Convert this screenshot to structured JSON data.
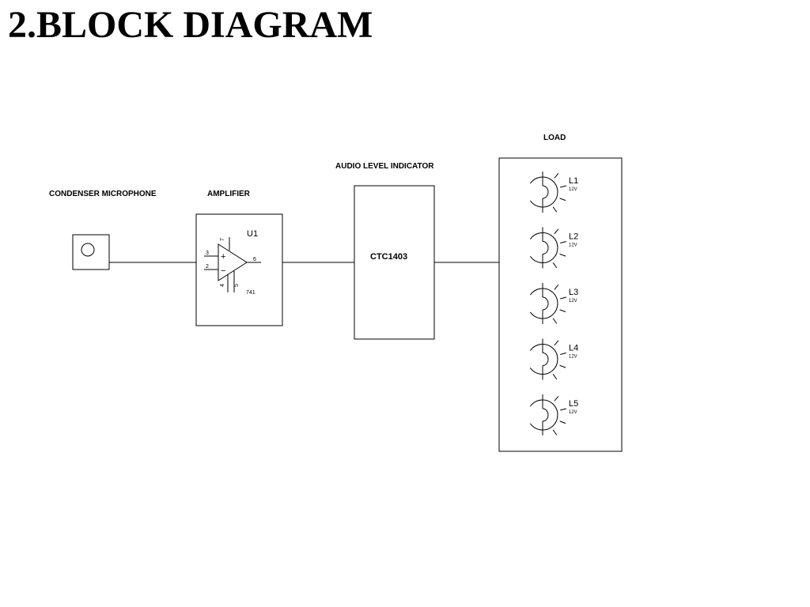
{
  "title": "2.BLOCK DIAGRAM",
  "blocks": {
    "microphone": {
      "label": "CONDENSER MICROPHONE"
    },
    "amplifier": {
      "label": "AMPLIFIER",
      "ref": "U1",
      "part": "741",
      "pins": {
        "noninverting": "3",
        "inverting": "2",
        "output": "6",
        "top": "7",
        "bottom_left": "4",
        "bottom_right": "5"
      }
    },
    "indicator": {
      "label": "AUDIO LEVEL INDICATOR",
      "chip": "CTC1403"
    },
    "load": {
      "label": "LOAD",
      "lamps": [
        {
          "ref": "L1",
          "rating": "12V"
        },
        {
          "ref": "L2",
          "rating": "12V"
        },
        {
          "ref": "L3",
          "rating": "12V"
        },
        {
          "ref": "L4",
          "rating": "12V"
        },
        {
          "ref": "L5",
          "rating": "12V"
        }
      ]
    }
  }
}
